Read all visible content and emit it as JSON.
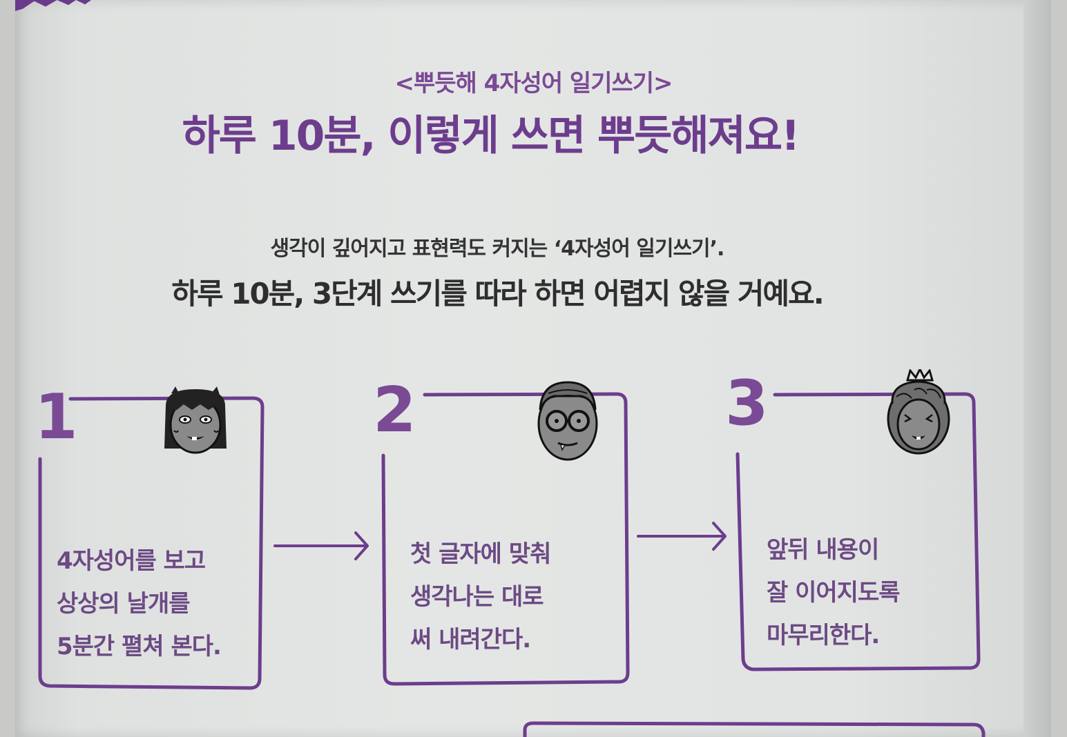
{
  "header": {
    "subtitle": "<뿌듯해 4자성어 일기쓰기>",
    "title": "하루 10분, 이렇게 쓰면 뿌듯해져요!"
  },
  "intro": {
    "line1": "생각이 깊어지고 표현력도 커지는 ‘4자성어 일기쓰기’.",
    "line2": "하루 10분, 3단계 쓰기를 따라 하면 어렵지 않을 거예요."
  },
  "steps": [
    {
      "number": "1",
      "lines": [
        "4자성어를 보고",
        "상상의 날개를",
        "5분간 펼쳐 본다."
      ]
    },
    {
      "number": "2",
      "lines": [
        "첫 글자에 맞춰",
        "생각나는 대로",
        "써 내려간다."
      ]
    },
    {
      "number": "3",
      "lines": [
        "앞뒤 내용이",
        "잘 이어지도록",
        "마무리한다."
      ]
    }
  ],
  "colors": {
    "accent": "#7a4a95",
    "frame": "#6d3d8d",
    "text": "#2e2e2e"
  },
  "icons": [
    "girl-face-icon",
    "glasses-face-icon",
    "princess-face-icon",
    "arrow-right-icon"
  ]
}
